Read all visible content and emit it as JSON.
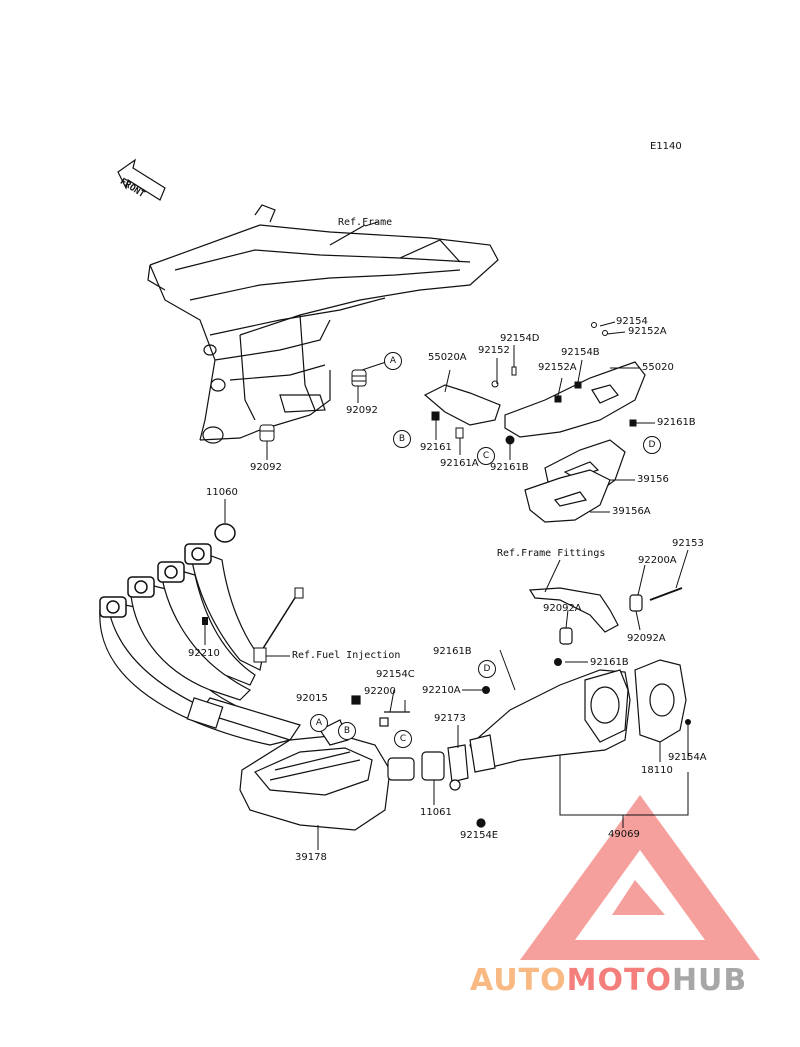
{
  "diagram_code": "E1140",
  "front_label": "FRONT",
  "refs": {
    "frame": "Ref.Frame",
    "frame_fittings": "Ref.Frame Fittings",
    "fuel_injection": "Ref.Fuel Injection"
  },
  "parts": {
    "p11060": "11060",
    "p92210": "92210",
    "p92092_a": "92092",
    "p92092_b": "92092",
    "p55020A": "55020A",
    "p92152": "92152",
    "p92154D": "92154D",
    "p92154_top": "92154",
    "p92152A_top": "92152A",
    "p92154B": "92154B",
    "p92152A": "92152A",
    "p55020": "55020",
    "p92161": "92161",
    "p92161A": "92161A",
    "p92161B_a": "92161B",
    "p92161B_b": "92161B",
    "p39156": "39156",
    "p39156A": "39156A",
    "p92153": "92153",
    "p92200A": "92200A",
    "p92092A_a": "92092A",
    "p92092A_b": "92092A",
    "p92161B_c": "92161B",
    "p92161B_d": "92161B",
    "p92210A": "92210A",
    "p92154C": "92154C",
    "p92015": "92015",
    "p92200": "92200",
    "p92173": "92173",
    "p11061": "11061",
    "p92154E": "92154E",
    "p18110": "18110",
    "p92154A": "92154A",
    "p49069": "49069",
    "p39178": "39178"
  },
  "markers": {
    "A1": "A",
    "B1": "B",
    "C1": "C",
    "D1": "D",
    "A2": "A",
    "B2": "B",
    "C2": "C",
    "D2": "D"
  },
  "watermark": {
    "part1": "AUTO",
    "part2": "MOTO",
    "part3": "HUB",
    "color_orange": "#f6a25a",
    "color_red": "#ef5350",
    "color_grey": "#8a8a8a"
  }
}
